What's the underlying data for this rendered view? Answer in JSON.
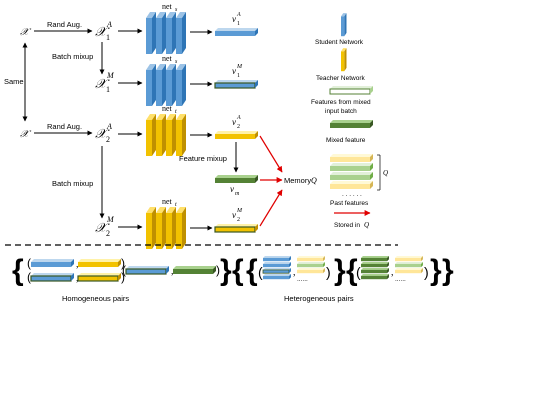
{
  "diagram": {
    "nodes": {
      "x_top": "𝒳",
      "x_mid": "𝒳",
      "x1A": "𝒳",
      "x1A_sub": "1",
      "x1A_sup": "A",
      "x1M": "𝒳",
      "x1M_sub": "1",
      "x1M_sup": "M",
      "x2A": "𝒳",
      "x2A_sub": "2",
      "x2A_sup": "A",
      "x2M": "𝒳",
      "x2M_sub": "2",
      "x2M_sup": "M",
      "net_s_1": "net",
      "net_s_1_sub": "s",
      "net_s_2": "net",
      "net_s_2_sub": "s",
      "net_t_1": "net",
      "net_t_1_sub": "t",
      "net_t_2": "net",
      "net_t_2_sub": "t",
      "v1A": "v",
      "v1A_sub": "1",
      "v1A_sup": "A",
      "v1M": "v",
      "v1M_sub": "1",
      "v1M_sup": "M",
      "v2A": "v",
      "v2A_sub": "2",
      "v2A_sup": "A",
      "v2M": "v",
      "v2M_sub": "2",
      "v2M_sup": "M",
      "vm": "v",
      "vm_sub": "m",
      "memory": "Memory",
      "memory_q": "Q"
    },
    "edges": {
      "rand_aug_top": "Rand Aug.",
      "batch_mixup_top": "Batch mixup",
      "same": "Same",
      "rand_aug_mid": "Rand Aug.",
      "batch_mixup_bottom": "Batch mixup",
      "feature_mixup": "Feature mixup"
    },
    "legend": {
      "student": "Student Network",
      "teacher": "Teacher Network",
      "mixed_input_line1": "Features from mixed",
      "mixed_input_line2": "input batch",
      "mixed_feature": "Mixed feature",
      "past_features": "Past features",
      "past_q": "Q",
      "stored_prefix": "Stored in",
      "stored_q": "Q"
    },
    "pairs": {
      "homogeneous": "Homogeneous pairs",
      "heterogeneous": "Heterogeneous pairs",
      "comma": ",",
      "ellipsis": "......"
    },
    "colors": {
      "student_blue": "#5b9bd5",
      "teacher_gold": "#f2c200",
      "mixed_green": "#548235",
      "light_green": "#a9d18e",
      "pale_yellow": "#ffe699",
      "arrow_red": "#e00000"
    }
  }
}
